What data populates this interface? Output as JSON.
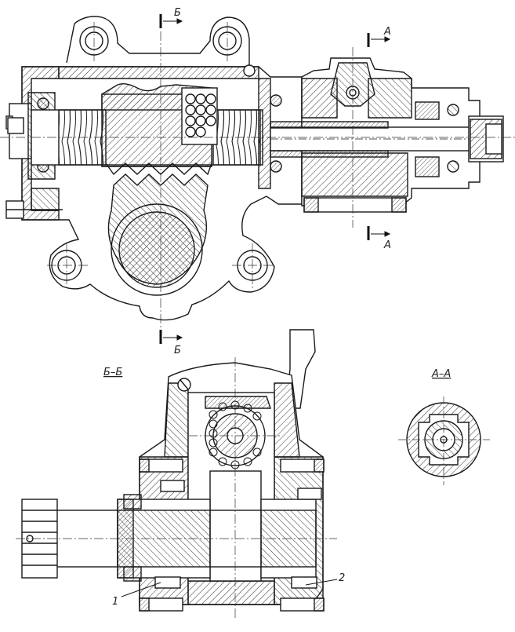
{
  "labels": {
    "section_bb": "Б–Б",
    "section_aa": "А–А",
    "cut_b_top": "Б",
    "cut_b_bottom": "Б",
    "cut_a_top": "А",
    "cut_a_bottom": "А",
    "callout_1": "1",
    "callout_2": "2"
  },
  "colors": {
    "ink": "#1a1a1a",
    "hatch": "#3a3a3a",
    "paper": "#ffffff"
  }
}
